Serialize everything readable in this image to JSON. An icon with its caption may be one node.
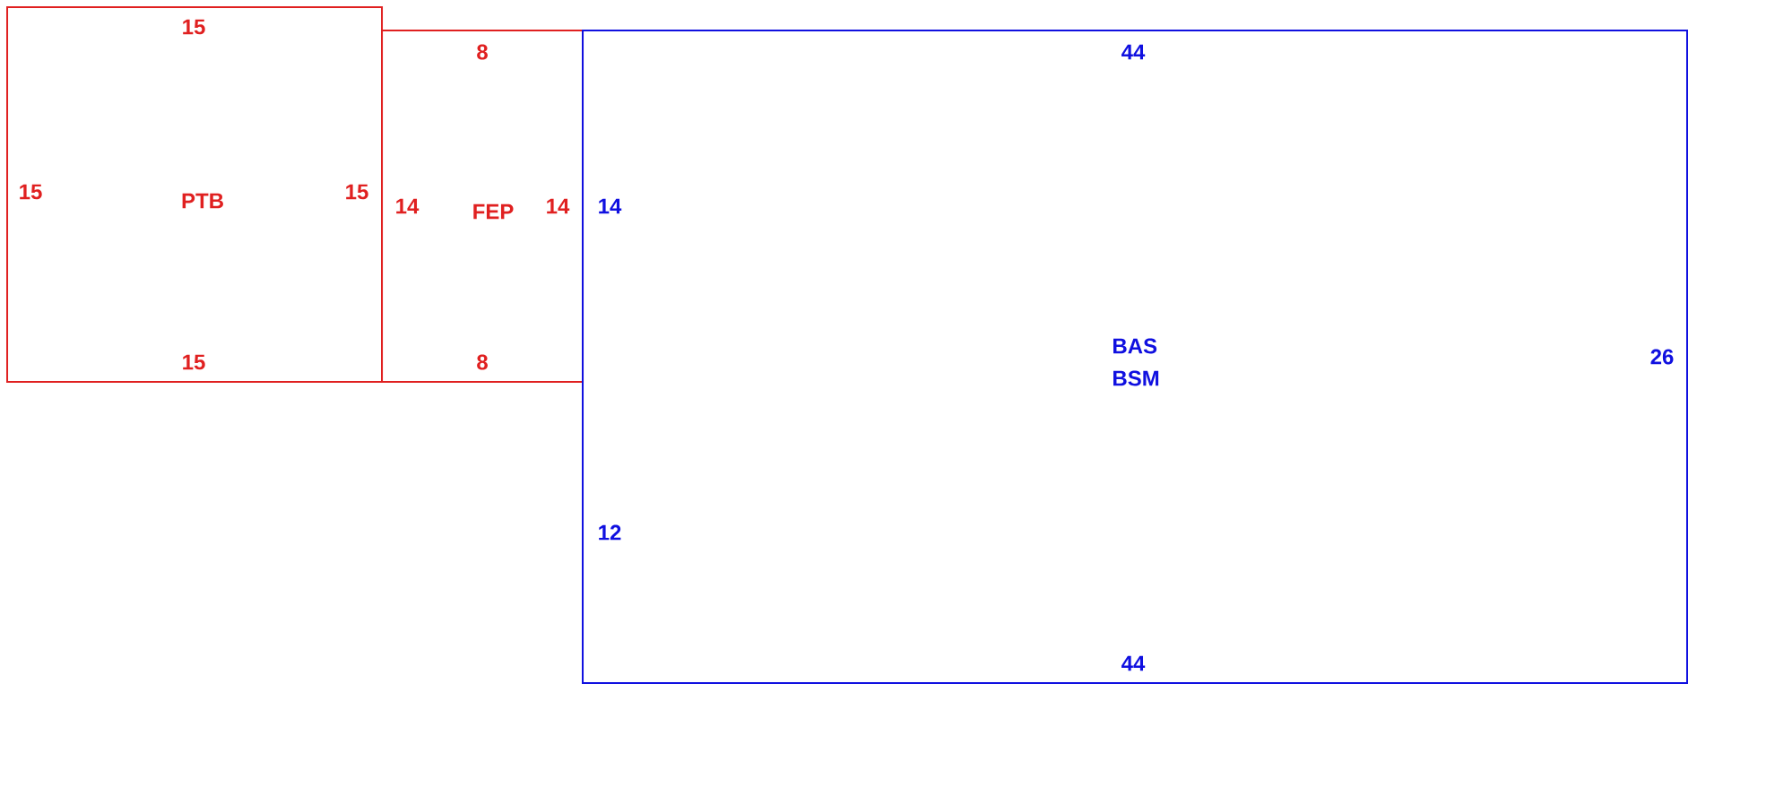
{
  "diagram": {
    "nodes": [
      {
        "text": [
          "15",
          "15",
          "PTB",
          "15",
          "15"
        ]
      },
      {
        "text": [
          "8",
          "14",
          "FEP",
          "14",
          "8"
        ]
      },
      {
        "text": [
          "44",
          "14",
          "BAS",
          "BSM",
          "26",
          "12",
          "44"
        ]
      }
    ]
  }
}
